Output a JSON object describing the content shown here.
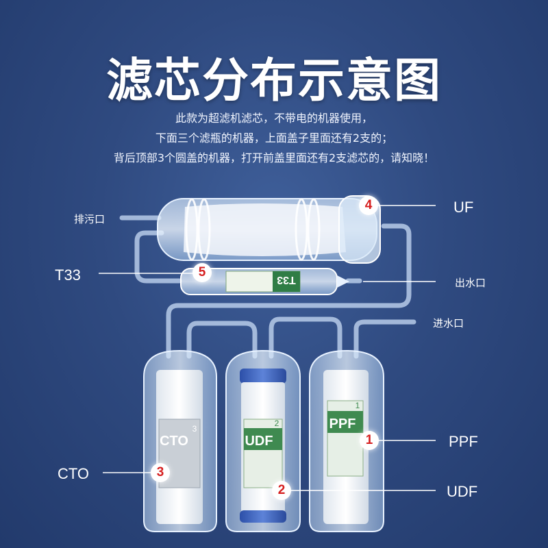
{
  "title": "滤芯分布示意图",
  "description": [
    "此款为超滤机滤芯，不带电的机器使用，",
    "下面三个滤瓶的机器，上面盖子里面还有2支的；",
    "背后顶部3个圆盖的机器，打开前盖里面还有2支滤芯的，请知晓！"
  ],
  "labels": {
    "drain": "排污口",
    "outlet": "出水口",
    "inlet": "进水口",
    "uf": "UF",
    "t33": "T33",
    "ppf": "PPF",
    "udf": "UDF",
    "cto": "CTO"
  },
  "badges": {
    "uf": "4",
    "t33": "5",
    "ppf": "1",
    "udf": "2",
    "cto": "3"
  },
  "cartridge_text": {
    "t33": "T33",
    "cto": "CTO",
    "udf": "UDF",
    "ppf": "PPF",
    "cto_num": "3",
    "udf_num": "2",
    "ppf_num": "1"
  },
  "colors": {
    "background": "#2f4a80",
    "badge_text": "#d61f1f",
    "tube": "#c9dcf5"
  }
}
